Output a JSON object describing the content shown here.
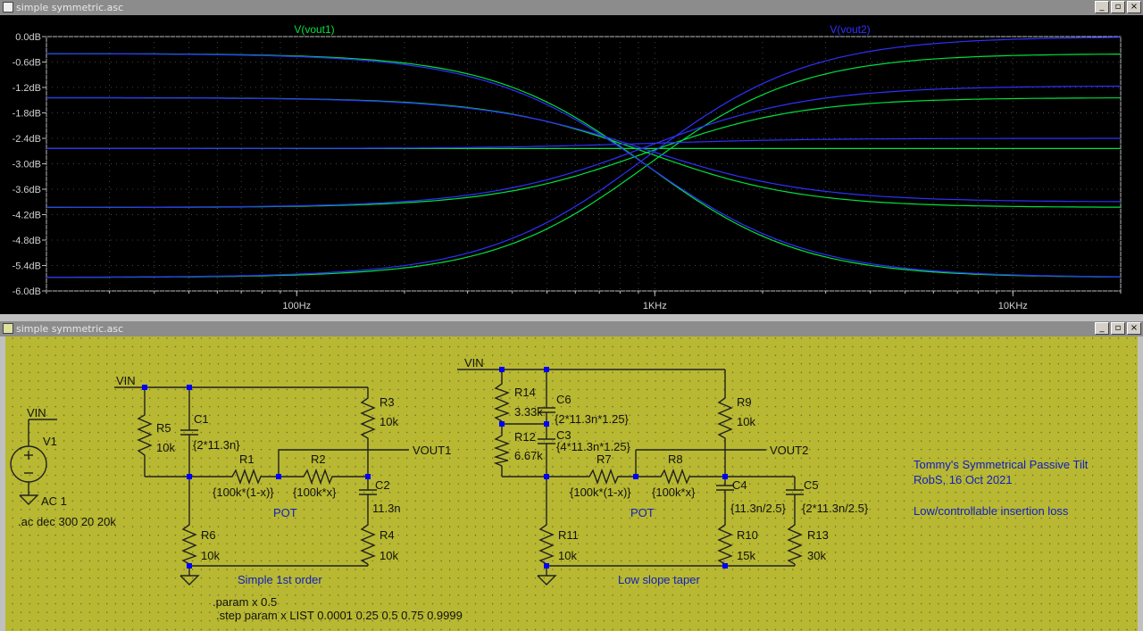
{
  "plot_window": {
    "title": "simple symmetric.asc",
    "controls": [
      "minimize-icon",
      "restore-icon",
      "close-icon"
    ],
    "trace_labels": [
      "V(vout1)",
      "V(vout2)"
    ]
  },
  "schematic_window": {
    "title": "simple symmetric.asc",
    "controls": [
      "minimize-icon",
      "restore-icon",
      "close-icon"
    ]
  },
  "colors": {
    "plot_bg": "#000000",
    "grid": "#444444",
    "axis_text": "#d0d0d0",
    "vout1": "#00e040",
    "vout2": "#3030ff",
    "schematic_bg": "#b8b832",
    "wire": "#202020",
    "label_blue": "#1020c0",
    "junction": "#0000ff"
  },
  "chart_data": {
    "type": "line",
    "x_scale": "log",
    "xlim": [
      "20Hz",
      "20KHz"
    ],
    "x_ticks": [
      "100Hz",
      "1KHz",
      "10KHz"
    ],
    "y_ticks": [
      "0.0dB",
      "-0.6dB",
      "-1.2dB",
      "-1.8dB",
      "-2.4dB",
      "-3.0dB",
      "-3.6dB",
      "-4.2dB",
      "-4.8dB",
      "-5.4dB",
      "-6.0dB"
    ],
    "ylim": [
      -6.0,
      0.0
    ],
    "step_values": [
      0.0001,
      0.25,
      0.5,
      0.75,
      0.9999
    ],
    "series": [
      {
        "name": "V(vout1)",
        "low_db": [
          -0.4,
          -1.44,
          -2.64,
          -4.03,
          -5.68
        ],
        "high_db": [
          -5.68,
          -4.03,
          -2.64,
          -1.44,
          -0.4
        ]
      },
      {
        "name": "V(vout2)",
        "low_db": [
          -0.4,
          -1.44,
          -2.64,
          -4.03,
          -5.68
        ],
        "high_db": [
          -5.68,
          -3.9,
          -2.4,
          -1.16,
          0.0
        ]
      }
    ]
  },
  "schematic": {
    "labels": {
      "vin_1": "VIN",
      "vin_2": "VIN",
      "vin_3": "VIN",
      "vout1": "VOUT1",
      "vout2": "VOUT2",
      "v1": "V1",
      "v1_value": "AC 1",
      "ac_directive": ".ac dec 300 20 20k",
      "param_directive": ".param x 0.5",
      "step_directive": ".step param x LIST 0.0001 0.25 0.5 0.75 0.9999",
      "pot_1": "POT",
      "pot_2": "POT",
      "caption_1": "Simple 1st order",
      "caption_2": "Low slope taper",
      "info_title": "Tommy's Symmetrical Passive Tilt",
      "info_author": "RobS, 16 Oct 2021",
      "info_note": "Low/controllable insertion loss"
    },
    "components": {
      "R1": {
        "name": "R1",
        "value": "{100k*(1-x)}"
      },
      "R2": {
        "name": "R2",
        "value": "{100k*x}"
      },
      "R3": {
        "name": "R3",
        "value": "10k"
      },
      "R4": {
        "name": "R4",
        "value": "10k"
      },
      "R5": {
        "name": "R5",
        "value": "10k"
      },
      "R6": {
        "name": "R6",
        "value": "10k"
      },
      "C1": {
        "name": "C1",
        "value": "{2*11.3n}"
      },
      "C2": {
        "name": "C2",
        "value": "11.3n"
      },
      "R7": {
        "name": "R7",
        "value": "{100k*(1-x)}"
      },
      "R8": {
        "name": "R8",
        "value": "{100k*x}"
      },
      "R9": {
        "name": "R9",
        "value": "10k"
      },
      "R10": {
        "name": "R10",
        "value": "15k"
      },
      "R11": {
        "name": "R11",
        "value": "10k"
      },
      "R12": {
        "name": "R12",
        "value": "6.67k"
      },
      "R13": {
        "name": "R13",
        "value": "30k"
      },
      "R14": {
        "name": "R14",
        "value": "3.33k"
      },
      "C3": {
        "name": "C3",
        "value": "{4*11.3n*1.25}"
      },
      "C4": {
        "name": "C4",
        "value": "{11.3n/2.5}"
      },
      "C5": {
        "name": "C5",
        "value": "{2*11.3n/2.5}"
      },
      "C6": {
        "name": "C6",
        "value": "{2*11.3n*1.25}"
      }
    }
  }
}
